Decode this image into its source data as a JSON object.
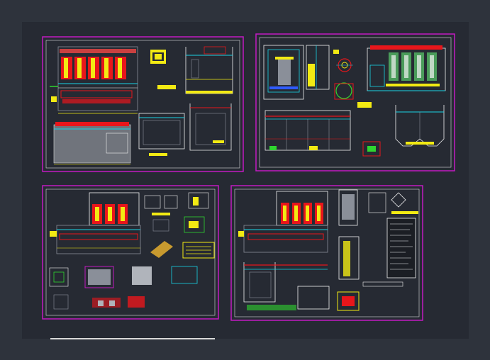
{
  "drawing": {
    "background": "#262a33",
    "page_background": "#2e333c",
    "sheet_frame_color": "#c21bc2",
    "sheet_inner_color": "#ffffff",
    "colors": {
      "red": "#e8161b",
      "yellow": "#f2ea13",
      "cyan": "#19d4e6",
      "white": "#f2f2f2",
      "grey": "#8a8f99",
      "magenta": "#c21bc2",
      "green": "#2fd62f",
      "blue": "#2f5bff"
    }
  },
  "sheets": [
    {
      "id": "sheet-1",
      "content": [
        "plan-view",
        "section-a",
        "section-b",
        "detail-block"
      ]
    },
    {
      "id": "sheet-2",
      "content": [
        "plan-view",
        "elevation",
        "filter-units",
        "sections"
      ]
    },
    {
      "id": "sheet-3",
      "content": [
        "plan-view",
        "details",
        "legend-box"
      ]
    },
    {
      "id": "sheet-4",
      "content": [
        "plan-view",
        "sections",
        "notes-box"
      ]
    }
  ]
}
